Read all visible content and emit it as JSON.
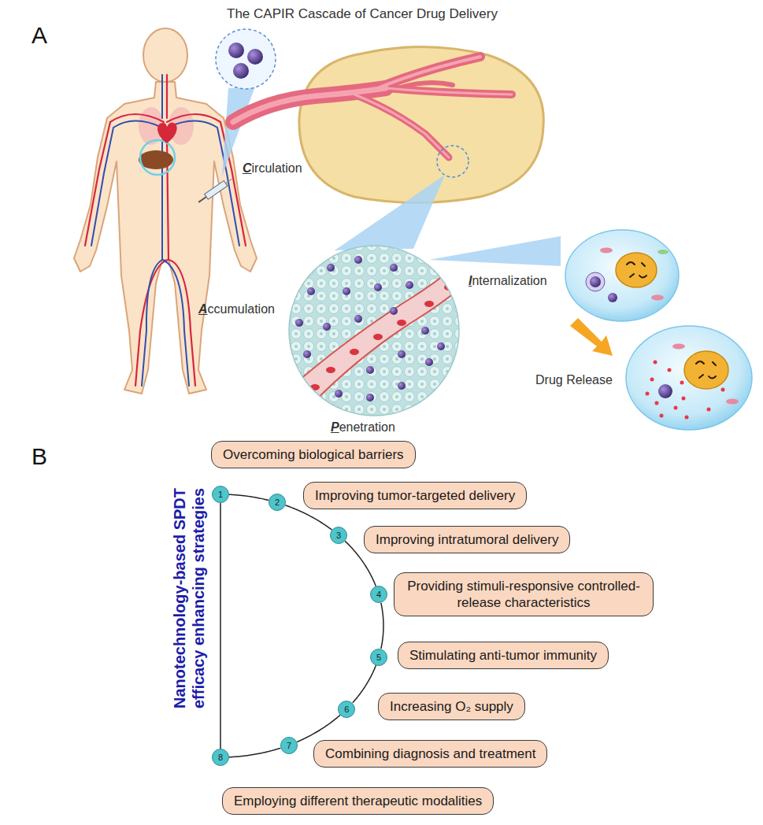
{
  "diagram": {
    "title": "The CAPIR Cascade of Cancer Drug Delivery",
    "nodes": [
      {
        "text": [
          "Overcoming biological barriers"
        ]
      },
      {
        "text": [
          "1"
        ]
      },
      {
        "text": [
          "Improving tumor-targeted delivery"
        ]
      },
      {
        "text": [
          "2"
        ]
      },
      {
        "text": [
          "Improving intratumoral delivery"
        ]
      },
      {
        "text": [
          "3"
        ]
      },
      {
        "text": [
          "Providing stimuli-responsive controlled-release characteristics"
        ]
      },
      {
        "text": [
          "4"
        ]
      },
      {
        "text": [
          "Stimulating anti-tumor immunity"
        ]
      },
      {
        "text": [
          "5"
        ]
      },
      {
        "text": [
          "Increasing O₂ supply"
        ]
      },
      {
        "text": [
          "6"
        ]
      },
      {
        "text": [
          "Combining diagnosis and treatment"
        ]
      },
      {
        "text": [
          "7"
        ]
      },
      {
        "text": [
          "Employing different therapeutic modalities"
        ]
      },
      {
        "text": [
          "8"
        ]
      }
    ],
    "edges": [
      {
        "from": 1,
        "to": 3,
        "arrow": "none"
      },
      {
        "from": 3,
        "to": 5,
        "arrow": "none"
      },
      {
        "from": 5,
        "to": 7,
        "arrow": "none"
      },
      {
        "from": 7,
        "to": 9,
        "arrow": "none"
      },
      {
        "from": 9,
        "to": 11,
        "arrow": "none"
      },
      {
        "from": 11,
        "to": 13,
        "arrow": "none"
      },
      {
        "from": 13,
        "to": 15,
        "arrow": "none"
      },
      {
        "from": 1,
        "to": 15,
        "arrow": "none"
      }
    ],
    "labels": [
      "A",
      "Circulation",
      "Accumulation",
      "Penetration",
      "Internalization",
      "Drug Release",
      "B",
      "Nanotechnology-based SPDT efficacy enhancing strategies"
    ]
  }
}
